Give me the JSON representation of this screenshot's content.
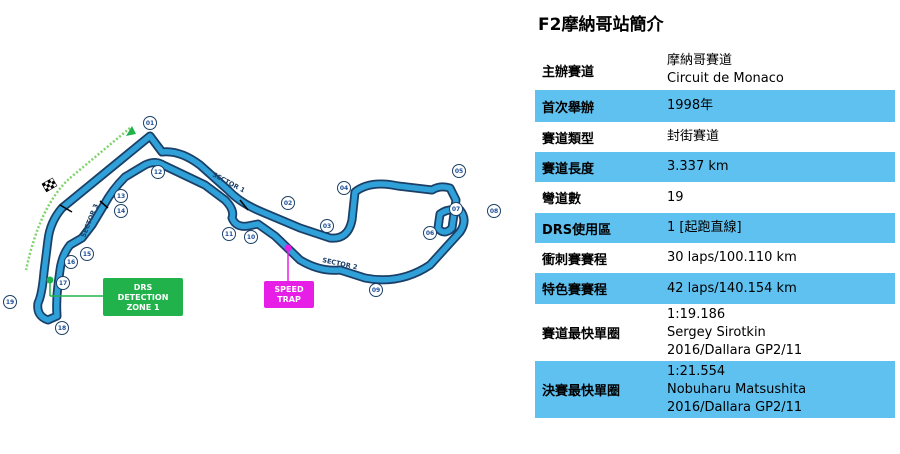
{
  "title": "F2摩納哥站簡介",
  "rows": [
    {
      "key": "主辦賽道",
      "lines": [
        "摩納哥賽道",
        "Circuit de Monaco"
      ]
    },
    {
      "key": "首次舉辦",
      "lines": [
        "1998年"
      ]
    },
    {
      "key": "賽道類型",
      "lines": [
        "封街賽道"
      ]
    },
    {
      "key": "賽道長度",
      "lines": [
        "3.337 km"
      ]
    },
    {
      "key": "彎道數",
      "lines": [
        "19"
      ]
    },
    {
      "key": "DRS使用區",
      "lines": [
        "1 [起跑直線]"
      ]
    },
    {
      "key": "衝刺賽賽程",
      "lines": [
        "30 laps/100.110 km"
      ]
    },
    {
      "key": "特色賽賽程",
      "lines": [
        "42 laps/140.154 km"
      ]
    },
    {
      "key": "賽道最快單圈",
      "lines": [
        "1:19.186",
        "Sergey Sirotkin",
        "2016/Dallara GP2/11"
      ]
    },
    {
      "key": "決賽最快單圈",
      "lines": [
        "1:21.554",
        "Nobuharu Matsushita",
        "2016/Dallara GP2/11"
      ]
    }
  ],
  "map": {
    "corners": [
      "01",
      "02",
      "03",
      "04",
      "05",
      "06",
      "07",
      "08",
      "09",
      "10",
      "11",
      "12",
      "13",
      "14",
      "15",
      "16",
      "17",
      "18",
      "19"
    ],
    "sectors": [
      "SECTOR 1",
      "SECTOR 2",
      "SECTOR 3"
    ],
    "drs_label": [
      "DRS",
      "DETECTION",
      "ZONE 1"
    ],
    "speed_trap_label": [
      "SPEED",
      "TRAP"
    ],
    "colors": {
      "track": "#2fa0d8",
      "track_edge": "#1b3f66",
      "drs": "#22b24c",
      "drs_zone": "#7fd36b",
      "speed_trap": "#e61ee6",
      "row_blue": "#5fc1f0"
    }
  }
}
